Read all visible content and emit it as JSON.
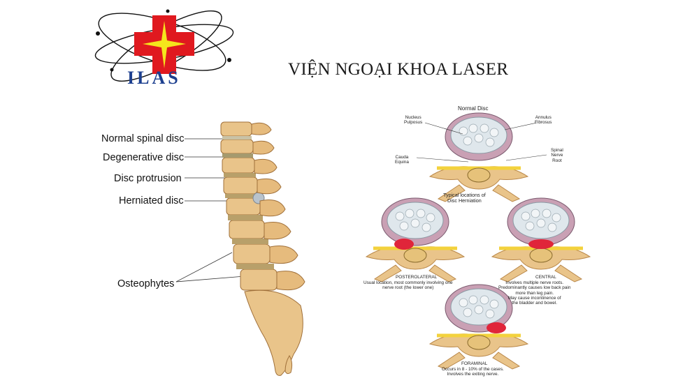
{
  "header": {
    "logo_text": "ILAS",
    "title": "VIỆN NGOẠI KHOA LASER"
  },
  "spine": {
    "labels": {
      "normal": "Normal spinal disc",
      "degenerative": "Degenerative disc",
      "protrusion": "Disc protrusion",
      "herniated": "Herniated disc",
      "osteophytes": "Osteophytes"
    }
  },
  "discs": {
    "normal": {
      "title": "Normal Disc",
      "nucleus": "Nucleus\nPulposus",
      "annulus": "Annulus\nFibrosus",
      "cauda": "Cauda\nEquina",
      "nerve_root": "Spinal\nNerve\nRoot"
    },
    "typical_title": "Typical locations of\nDisc Herniation",
    "posterolateral": {
      "title": "POSTEROLATERAL",
      "desc": "Usual location, most commonly involving one\nnerve root (the lower one)"
    },
    "central": {
      "title": "CENTRAL",
      "desc": "Involves multiple nerve roots.\nPredominantly causes low back pain\nmore than leg pain.\nMay cause incontinence of\nthe bladder and bowel."
    },
    "foraminal": {
      "title": "FORAMINAL",
      "desc": "Occurs in 8 - 10% of the cases.\nInvolves the exiting nerve."
    }
  },
  "colors": {
    "logo_red": "#e0191f",
    "logo_star": "#f5e51c",
    "logo_text": "#1c3f8f",
    "bone": "#e9c48a",
    "bone_dark": "#b98749",
    "disc_ring": "#c9a0b4",
    "nucleus": "#dfe7ec",
    "herniation": "#e0253a",
    "nerve": "#f3d23d"
  }
}
